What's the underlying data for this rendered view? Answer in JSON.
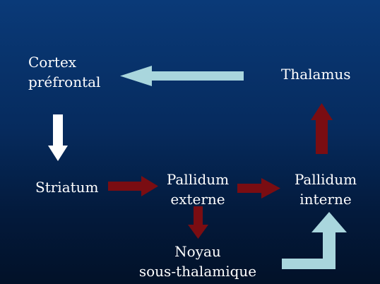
{
  "nodes": {
    "cortex": {
      "line1": "Cortex",
      "line2": "préfrontal"
    },
    "thalamus": {
      "line1": "Thalamus"
    },
    "striatum": {
      "line1": "Striatum"
    },
    "pallidum_externe": {
      "line1": "Pallidum",
      "line2": "externe"
    },
    "pallidum_interne": {
      "line1": "Pallidum",
      "line2": "interne"
    },
    "noyau": {
      "line1": "Noyau",
      "line2": "sous-thalamique"
    }
  },
  "colors": {
    "background_top": "#0a3a78",
    "background_bottom": "#021128",
    "text": "#ffffff",
    "arrow_light": "#a9d6dd",
    "arrow_white": "#ffffff",
    "arrow_dark_red": "#7a0d12"
  }
}
